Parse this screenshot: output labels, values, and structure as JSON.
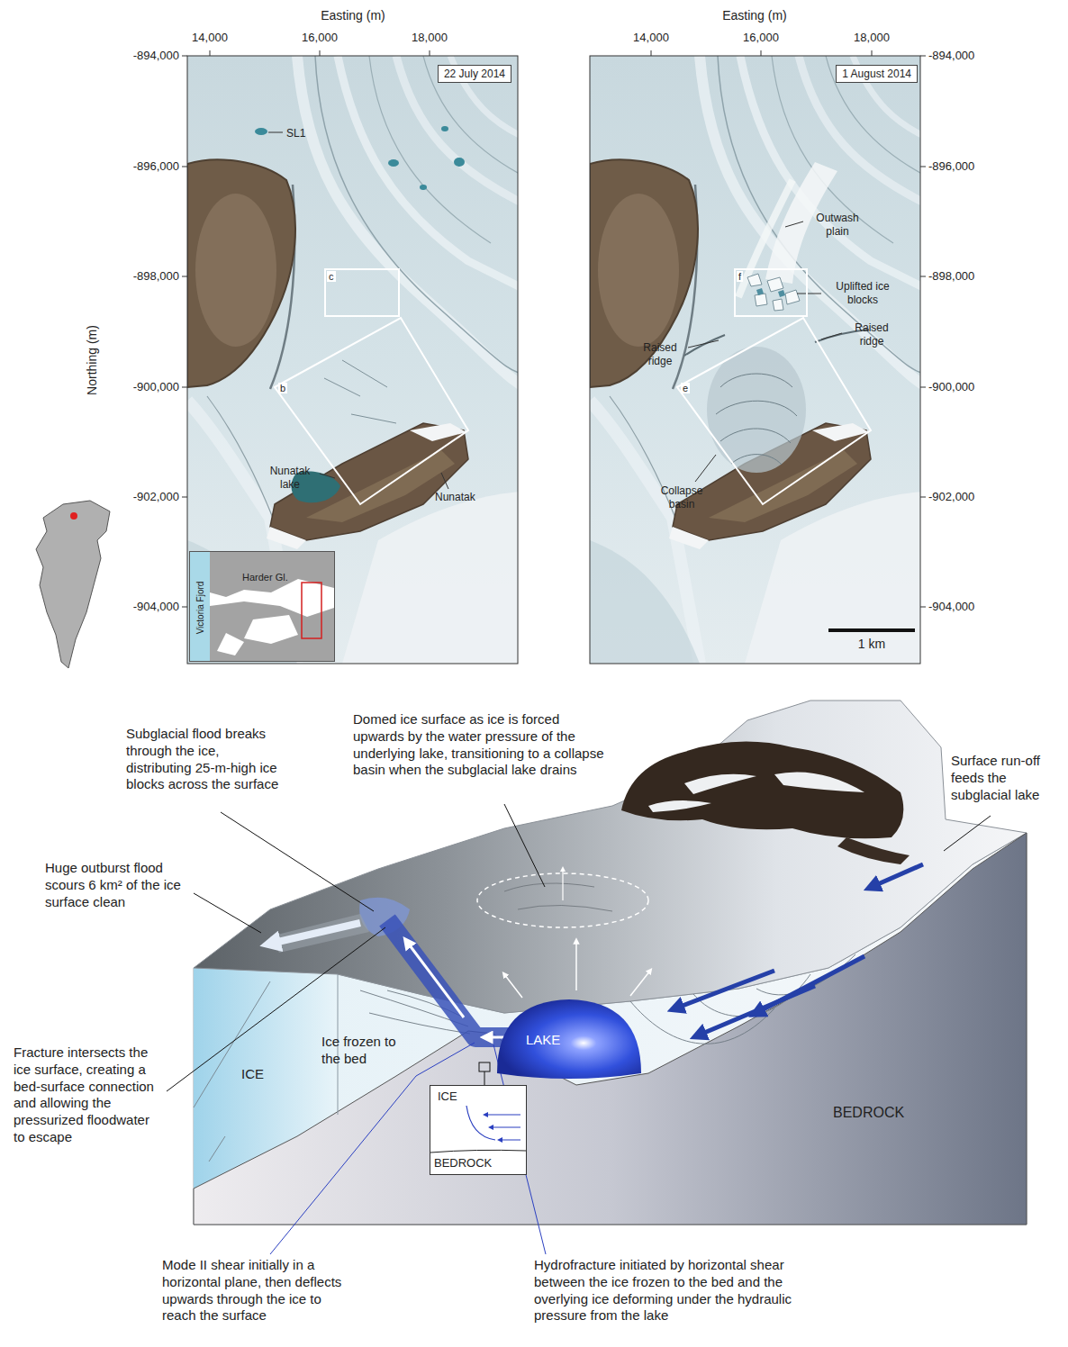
{
  "diagram": {
    "nodes": [
      {
        "text": [
          "22 July 2014"
        ]
      },
      {
        "text": [
          "b"
        ]
      },
      {
        "text": [
          "c"
        ]
      },
      {
        "text": [
          "Victoria Fjord",
          "Harder Gl."
        ]
      },
      {
        "text": [
          "1 August 2014"
        ]
      },
      {
        "text": [
          "f"
        ]
      },
      {
        "text": [
          "e"
        ]
      },
      {
        "text": [
          "LAKE"
        ]
      },
      {
        "text": [
          "ICE",
          "BEDROCK"
        ]
      }
    ],
    "labels": [
      "Easting (m)",
      "14,000",
      "16,000",
      "18,000",
      "Easting (m)",
      "14,000",
      "16,000",
      "18,000",
      "Northing (m)",
      "-894,000",
      "-896,000",
      "-898,000",
      "-900,000",
      "-902,000",
      "-904,000",
      "-894,000",
      "-896,000",
      "-898,000",
      "-900,000",
      "-902,000",
      "-904,000",
      "SL1",
      "Nunatak lake",
      "Nunatak",
      "Outwash plain",
      "Uplifted ice blocks",
      "Raised ridge",
      "Raised ridge",
      "Collapse basin",
      "1 km",
      "Subglacial flood breaks through the ice, distributing 25-m-high ice blocks across the surface",
      "Domed ice surface as ice is forced upwards by the water pressure of the underlying lake, transitioning to a collapse basin when the subglacial lake drains",
      "Huge outburst flood scours 6 km² of the ice surface clean",
      "Surface run-off feeds the subglacial lake",
      "Fracture intersects the ice surface, creating a bed-surface connection and allowing the pressurized floodwater to escape",
      "ICE",
      "Ice frozen to the bed",
      "BEDROCK",
      "Mode II shear initially in a horizontal plane, then deflects upwards through the ice to reach the surface",
      "Hydrofracture initiated by horizontal shear between the ice frozen to the bed and the overlying ice deforming under the hydraulic pressure from the lake"
    ]
  }
}
